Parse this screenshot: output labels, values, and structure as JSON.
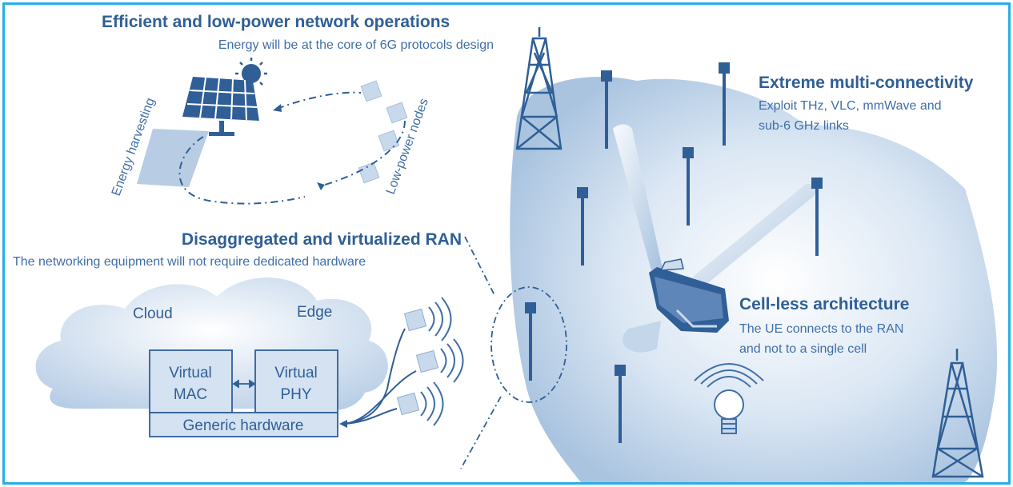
{
  "energy": {
    "title": "Efficient and low-power network operations",
    "subtitle": "Energy will be at the core of 6G protocols design",
    "label_harvesting": "Energy harvesting",
    "label_nodes": "Low-power nodes"
  },
  "ran": {
    "title": "Disaggregated and virtualized RAN",
    "subtitle": "The networking equipment will not require dedicated hardware",
    "cloud_label": "Cloud",
    "edge_label": "Edge",
    "virtual_mac_line1": "Virtual",
    "virtual_mac_line2": "MAC",
    "virtual_phy_line1": "Virtual",
    "virtual_phy_line2": "PHY",
    "generic_hardware": "Generic hardware"
  },
  "multi": {
    "title": "Extreme multi-connectivity",
    "line1": "Exploit THz, VLC, mmWave and",
    "line2": "sub-6 GHz links"
  },
  "cellless": {
    "title": "Cell-less architecture",
    "line1": "The UE connects to the RAN",
    "line2": "and not to a single cell"
  },
  "colors": {
    "frame": "#27aee6",
    "primary": "#2f5f96",
    "light_fill": "#c9d9ec"
  }
}
